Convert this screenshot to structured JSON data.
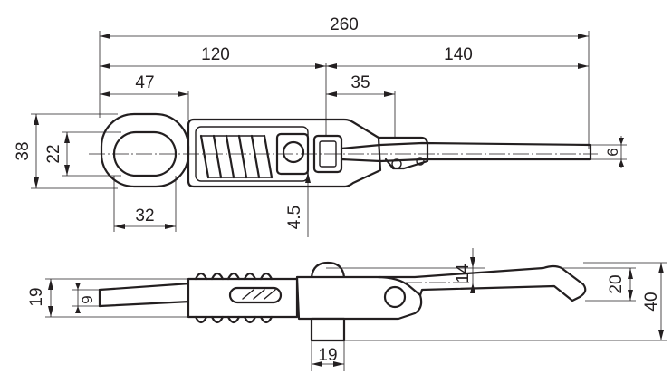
{
  "dimensions": {
    "overall_length": "260",
    "handle_to_pivot": "120",
    "pivot_to_end": "140",
    "ring_span": "47",
    "roller_offset": "35",
    "ring_height": "38",
    "ring_slot_height": "22",
    "ring_width": "32",
    "body_offset": "4.5",
    "hook_thickness_top": "6",
    "side_height": "19",
    "hook_thickness_side": "9",
    "lever_rise": "14",
    "tip_height": "20",
    "total_height": "40",
    "post_width": "19"
  }
}
